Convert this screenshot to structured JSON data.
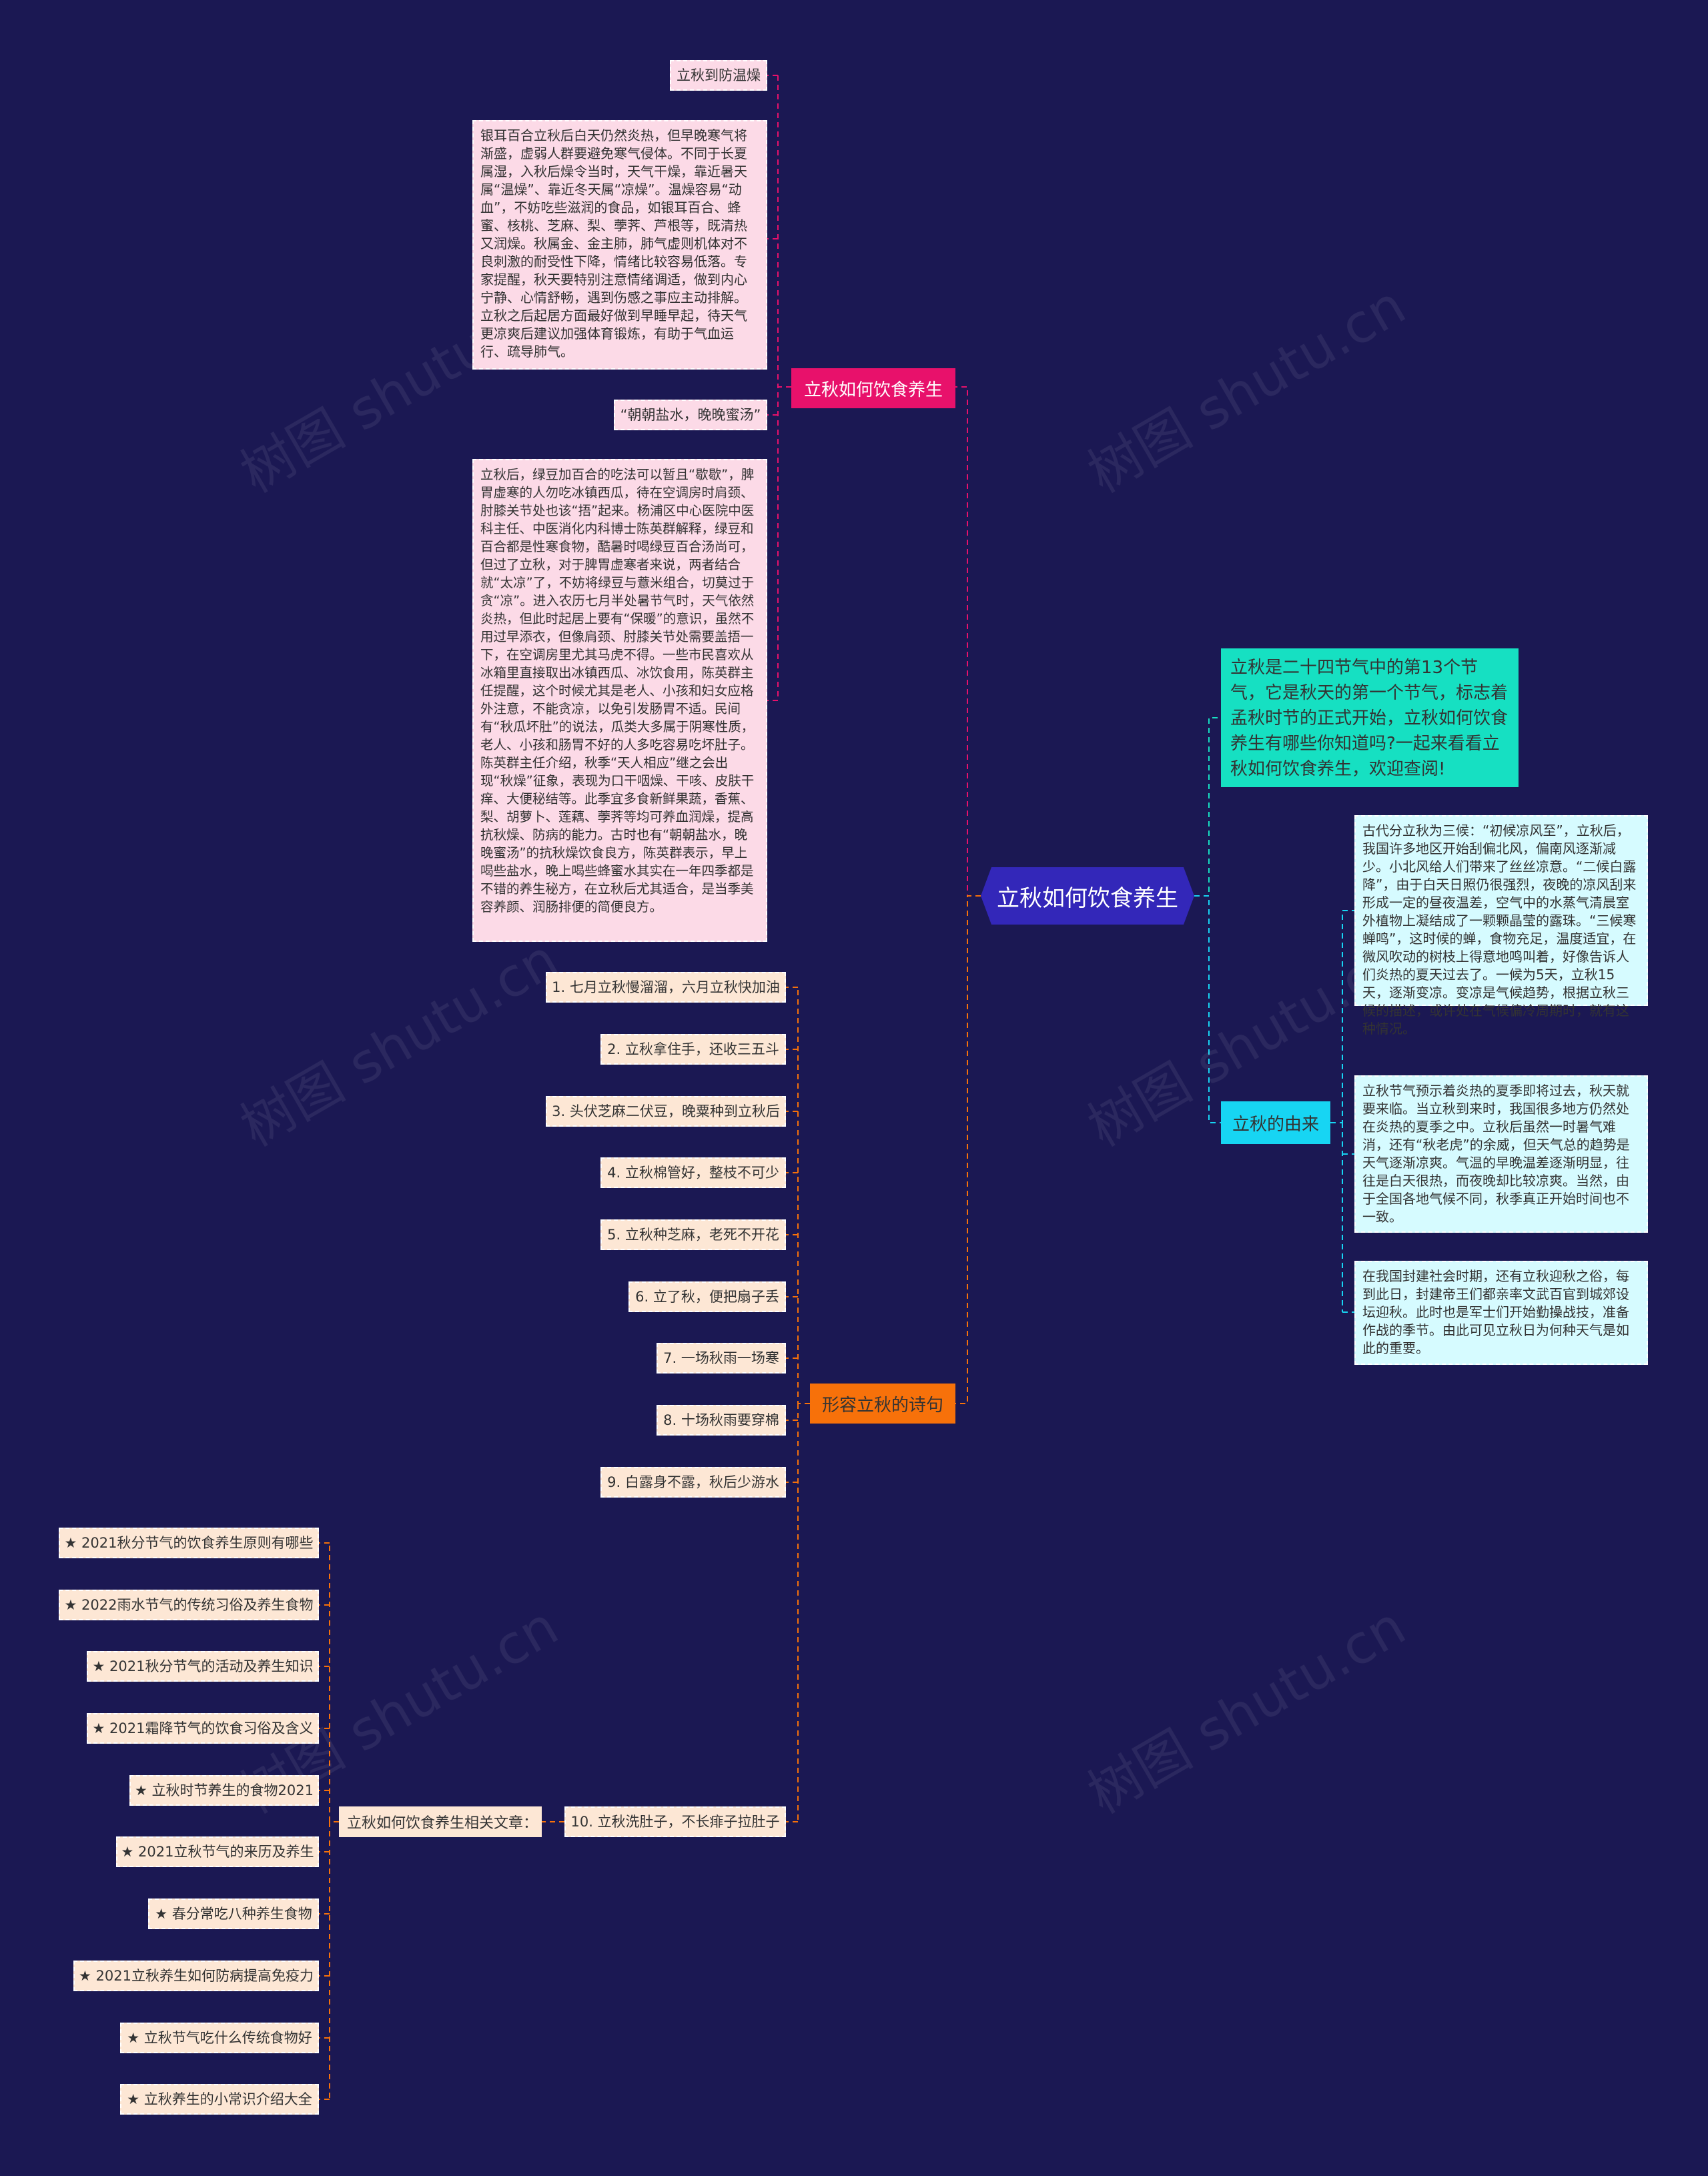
{
  "watermark": "树图 shutu.cn",
  "center": "立秋如何饮食养生",
  "intro": "立秋是二十四节气中的第13个节气，它是秋天的第一个节气，标志着孟秋时节的正式开始，立秋如何饮食养生有哪些你知道吗?一起来看看立秋如何饮食养生，欢迎查阅!",
  "branch_diet": {
    "label": "立秋如何饮食养生",
    "items": [
      "立秋到防温燥",
      "银耳百合立秋后白天仍然炎热，但早晚寒气将渐盛，虚弱人群要避免寒气侵体。不同于长夏属湿，入秋后燥令当时，天气干燥，靠近暑天属“温燥”、靠近冬天属“凉燥”。温燥容易“动血”，不妨吃些滋润的食品，如银耳百合、蜂蜜、核桃、芝麻、梨、荸荠、芦根等，既清热又润燥。秋属金、金主肺，肺气虚则机体对不良刺激的耐受性下降，情绪比较容易低落。专家提醒，秋天要特别注意情绪调适，做到内心宁静、心情舒畅，遇到伤感之事应主动排解。立秋之后起居方面最好做到早睡早起，待天气更凉爽后建议加强体育锻炼，有助于气血运行、疏导肺气。",
      "“朝朝盐水，晚晚蜜汤”",
      "立秋后，绿豆加百合的吃法可以暂且“歇歇”，脾胃虚寒的人勿吃冰镇西瓜，待在空调房时肩颈、肘膝关节处也该“捂”起来。杨浦区中心医院中医科主任、中医消化内科博士陈英群解释，绿豆和百合都是性寒食物，酷暑时喝绿豆百合汤尚可，但过了立秋，对于脾胃虚寒者来说，两者结合就“太凉”了，不妨将绿豆与薏米组合，切莫过于贪“凉”。进入农历七月半处暑节气时，天气依然炎热，但此时起居上要有“保暖”的意识，虽然不用过早添衣，但像肩颈、肘膝关节处需要盖捂一下，在空调房里尤其马虎不得。一些市民喜欢从冰箱里直接取出冰镇西瓜、冰饮食用，陈英群主任提醒，这个时候尤其是老人、小孩和妇女应格外注意，不能贪凉，以免引发肠胃不适。民间有“秋瓜坏肚”的说法，瓜类大多属于阴寒性质，老人、小孩和肠胃不好的人多吃容易吃坏肚子。陈英群主任介绍，秋季“天人相应”继之会出现“秋燥”征象，表现为口干咽燥、干咳、皮肤干痒、大便秘结等。此季宜多食新鲜果蔬，香蕉、梨、胡萝卜、莲藕、荸荠等均可养血润燥，提高抗秋燥、防病的能力。古时也有“朝朝盐水，晚晚蜜汤”的抗秋燥饮食良方，陈英群表示，早上喝些盐水，晚上喝些蜂蜜水其实在一年四季都是不错的养生秘方，在立秋后尤其适合，是当季美容养颜、润肠排便的简便良方。"
    ]
  },
  "branch_poems": {
    "label": "形容立秋的诗句",
    "items": [
      "1. 七月立秋慢溜溜，六月立秋快加油",
      "2. 立秋拿住手，还收三五斗",
      "3. 头伏芝麻二伏豆，晚粟种到立秋后",
      "4. 立秋棉管好，整枝不可少",
      "5. 立秋种芝麻，老死不开花",
      "6. 立了秋，便把扇子丢",
      "7. 一场秋雨一场寒",
      "8. 十场秋雨要穿棉",
      "9. 白露身不露，秋后少游水",
      "10. 立秋洗肚子，不长痱子拉肚子"
    ],
    "related_label": "立秋如何饮食养生相关文章：",
    "related": [
      "★ 2021秋分节气的饮食养生原则有哪些",
      "★ 2022雨水节气的传统习俗及养生食物",
      "★ 2021秋分节气的活动及养生知识",
      "★ 2021霜降节气的饮食习俗及含义",
      "★ 立秋时节养生的食物2021",
      "★ 2021立秋节气的来历及养生",
      "★ 春分常吃八种养生食物",
      "★ 2021立秋养生如何防病提高免疫力",
      "★ 立秋节气吃什么传统食物好",
      "★ 立秋养生的小常识介绍大全"
    ]
  },
  "branch_origin": {
    "label": "立秋的由来",
    "items": [
      "古代分立秋为三候：“初候凉风至”，立秋后，我国许多地区开始刮偏北风，偏南风逐渐减少。小北风给人们带来了丝丝凉意。“二候白露降”，由于白天日照仍很强烈，夜晚的凉风刮来形成一定的昼夜温差，空气中的水蒸气清晨室外植物上凝结成了一颗颗晶莹的露珠。“三候寒蝉鸣”，这时候的蝉，食物充足，温度适宜，在微风吹动的树枝上得意地鸣叫着，好像告诉人们炎热的夏天过去了。一候为5天，立秋15天，逐渐变凉。变凉是气候趋势，根据立秋三候的描述，或许处在气候偏冷周期时，就有这种情况。",
      "立秋节气预示着炎热的夏季即将过去，秋天就要来临。当立秋到来时，我国很多地方仍然处在炎热的夏季之中。立秋后虽然一时暑气难消，还有“秋老虎”的余威，但天气总的趋势是天气逐渐凉爽。气温的早晚温差逐渐明显，往往是白天很热，而夜晚却比较凉爽。当然，由于全国各地气候不同，秋季真正开始时间也不一致。",
      "在我国封建社会时期，还有立秋迎秋之俗，每到此日，封建帝王们都亲率文武百官到城郊设坛迎秋。此时也是军士们开始勤操战技，准备作战的季节。由此可见立秋日为何种天气是如此的重要。"
    ]
  },
  "colors": {
    "background": "#1b1853",
    "center": "#3327b9",
    "diet": "#e8116b",
    "poems": "#f7710a",
    "intro": "#16e0c2",
    "origin": "#17d5f3"
  }
}
